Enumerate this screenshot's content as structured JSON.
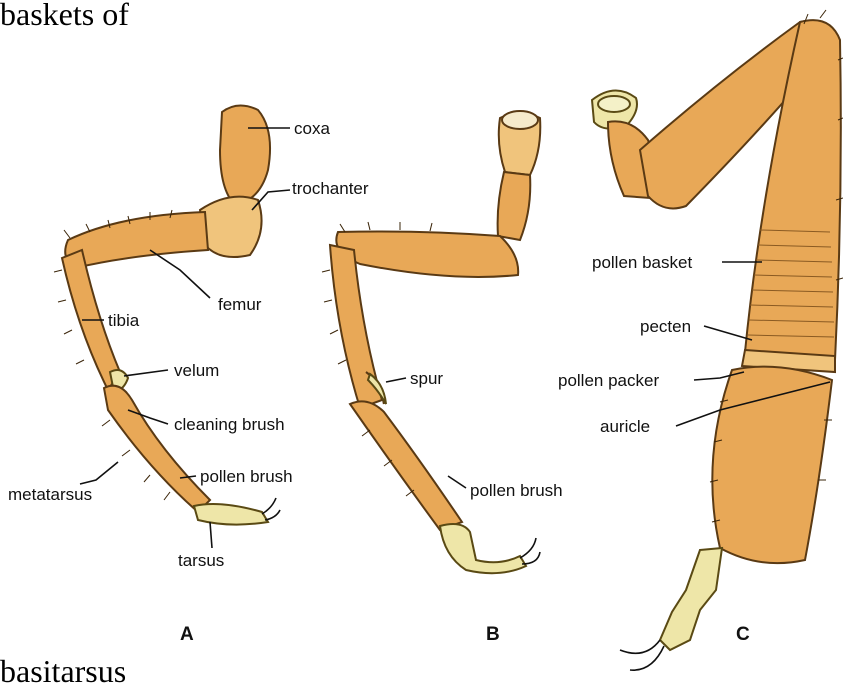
{
  "page_text": {
    "top_fragment": "baskets  of",
    "bottom_fragment": "basitarsus"
  },
  "panels": [
    {
      "id": "A",
      "label": "A",
      "callouts": [
        "coxa",
        "trochanter",
        "femur",
        "tibia",
        "velum",
        "cleaning brush",
        "pollen brush",
        "metatarsus",
        "tarsus"
      ]
    },
    {
      "id": "B",
      "label": "B",
      "callouts": [
        "spur",
        "pollen brush"
      ]
    },
    {
      "id": "C",
      "label": "C",
      "callouts": [
        "pollen basket",
        "pecten",
        "pollen packer",
        "auricle"
      ]
    }
  ],
  "colors": {
    "leg_fill": "#E8A857",
    "leg_outline": "#5a3a14",
    "tarsus_fill": "#EEE6A8",
    "label_text": "#111111"
  }
}
